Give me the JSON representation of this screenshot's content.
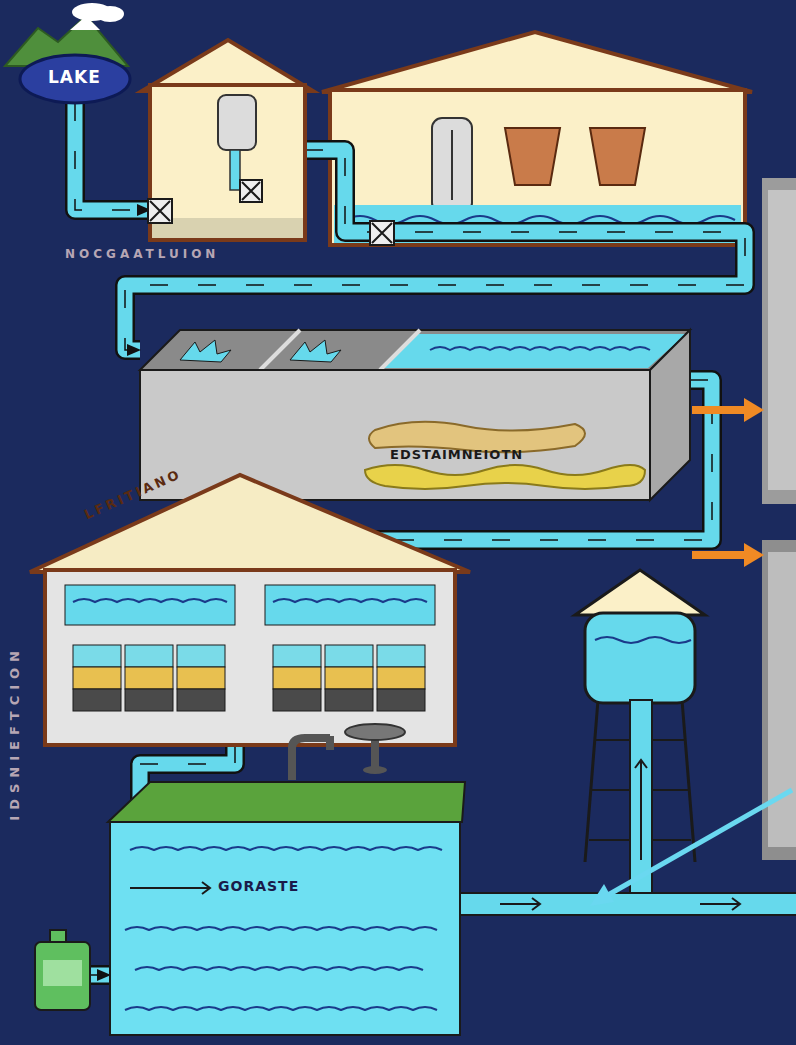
{
  "diagram": {
    "nodes": [
      {
        "text": [
          "LAKE"
        ]
      },
      {
        "text": [
          "NOCGAATLUION"
        ]
      },
      {
        "text": [
          "EDSTAIMNEIOTN"
        ]
      },
      {
        "text": [
          "LFRITIANO"
        ]
      },
      {
        "text": [
          "GORASTE"
        ]
      },
      {
        "text": [
          "IDSNIEFTCION"
        ]
      }
    ],
    "edges": [
      {
        "from": 0,
        "to": 1,
        "arrow": "to"
      },
      {
        "from": 1,
        "to": 2,
        "arrow": "to"
      },
      {
        "from": 2,
        "to": 3,
        "arrow": "to"
      },
      {
        "from": 3,
        "to": 4,
        "arrow": "to"
      },
      {
        "from": 5,
        "to": 4,
        "arrow": "to"
      }
    ]
  }
}
